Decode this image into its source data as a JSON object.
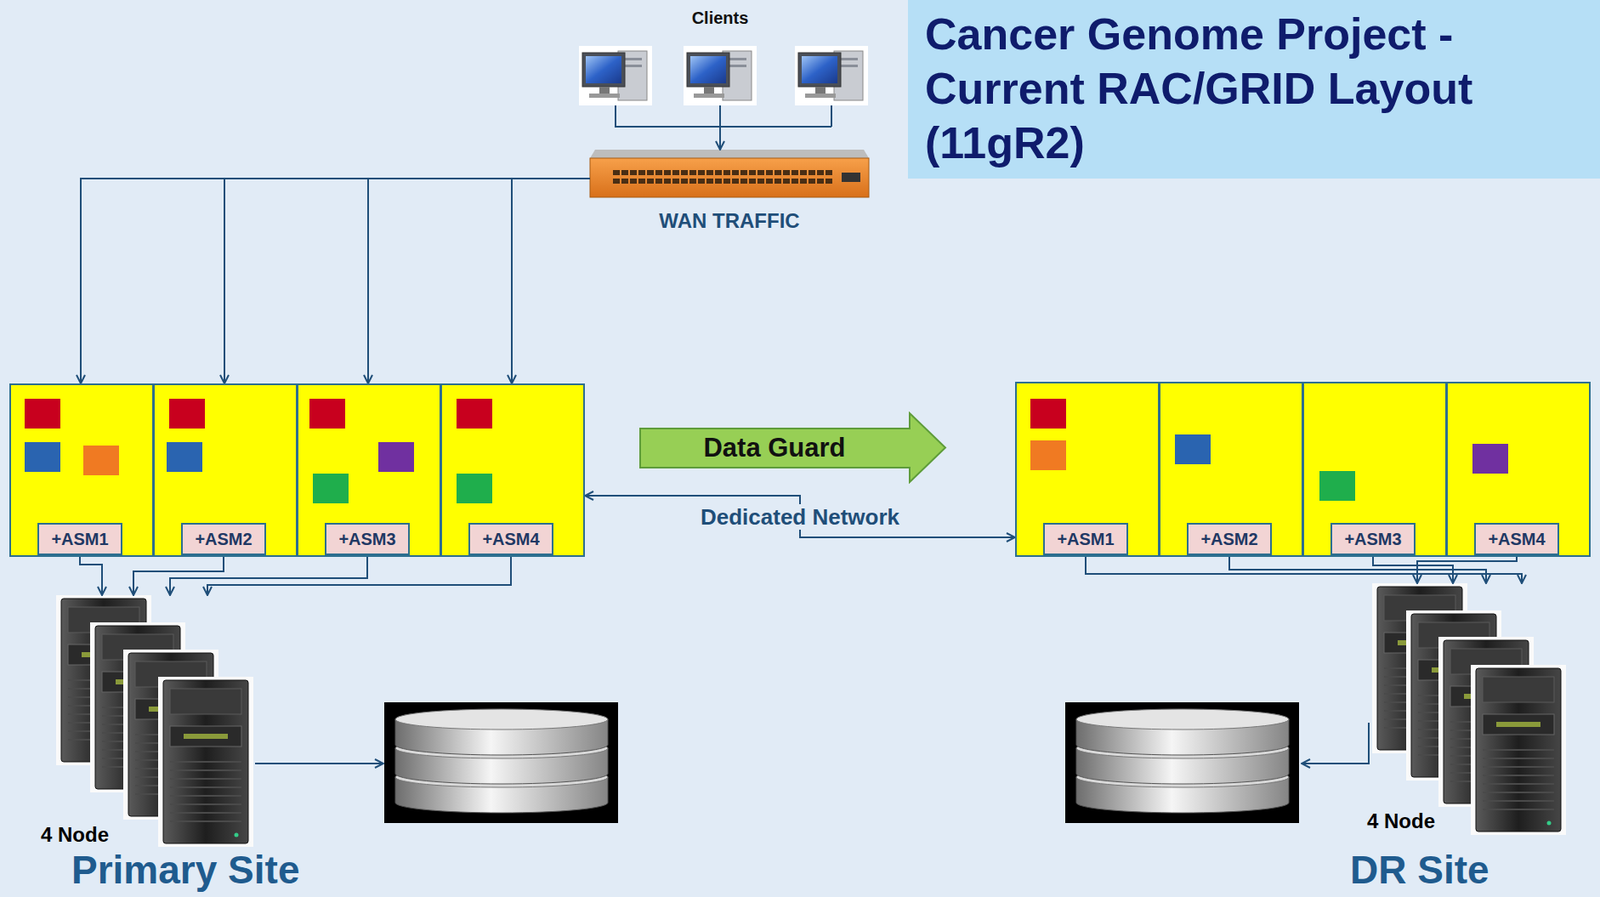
{
  "diagram": {
    "title": "Cancer Genome Project - Current RAC/GRID Layout (11gR2)",
    "nodes": [
      {
        "text": [
          "Clients"
        ]
      },
      {
        "text": [
          "WAN TRAFFIC"
        ]
      },
      {
        "text": [
          "+ASM1"
        ]
      },
      {
        "text": [
          "+ASM2"
        ]
      },
      {
        "text": [
          "+ASM3"
        ]
      },
      {
        "text": [
          "+ASM4"
        ]
      },
      {
        "text": [
          "Data Guard"
        ]
      },
      {
        "text": [
          "+ASM1"
        ]
      },
      {
        "text": [
          "+ASM2"
        ]
      },
      {
        "text": [
          "+ASM3"
        ]
      },
      {
        "text": [
          "+ASM4"
        ]
      },
      {
        "text": [
          "4 Node"
        ]
      },
      {
        "text": [
          "4 Node"
        ]
      }
    ],
    "edges": [
      {
        "from": 0,
        "to": 1,
        "arrow": "to"
      },
      {
        "from": 1,
        "to": 2,
        "arrow": "to"
      },
      {
        "from": 1,
        "to": 3,
        "arrow": "to"
      },
      {
        "from": 1,
        "to": 4,
        "arrow": "to"
      },
      {
        "from": 1,
        "to": 5,
        "arrow": "to"
      },
      {
        "from": 2,
        "to": 11,
        "arrow": "to"
      },
      {
        "from": 3,
        "to": 11,
        "arrow": "to"
      },
      {
        "from": 4,
        "to": 11,
        "arrow": "to"
      },
      {
        "from": 5,
        "to": 11,
        "arrow": "to"
      },
      {
        "from": 5,
        "to": 7,
        "label": "Dedicated Network",
        "arrow": "both"
      },
      {
        "from": 7,
        "to": 12,
        "arrow": "to"
      },
      {
        "from": 8,
        "to": 12,
        "arrow": "to"
      },
      {
        "from": 9,
        "to": 12,
        "arrow": "to"
      },
      {
        "from": 10,
        "to": 12,
        "arrow": "to"
      }
    ],
    "labels": [
      "Primary Site",
      "DR Site"
    ]
  }
}
